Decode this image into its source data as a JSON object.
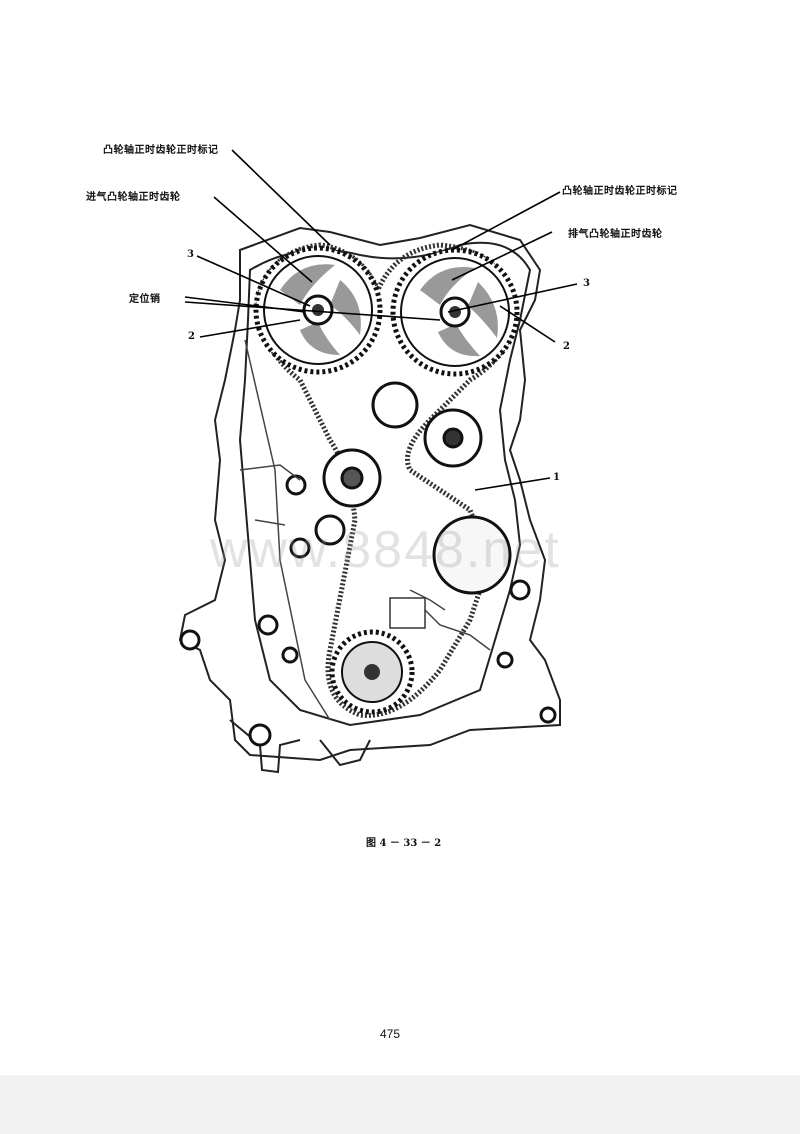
{
  "labels": {
    "cam_mark_left": "凸轮轴正时齿轮正时标记",
    "intake_gear": "进气凸轮轴正时齿轮",
    "cam_mark_right": "凸轮轴正时齿轮正时标记",
    "exhaust_gear": "排气凸轮轴正时齿轮",
    "dowel_pin": "定位销",
    "n3_left": "3",
    "n3_right": "3",
    "n2_left": "2",
    "n2_right": "2",
    "n1": "1"
  },
  "caption": "图 4 － 33 － 2",
  "watermark": "www.8848.net",
  "page_number": "475"
}
